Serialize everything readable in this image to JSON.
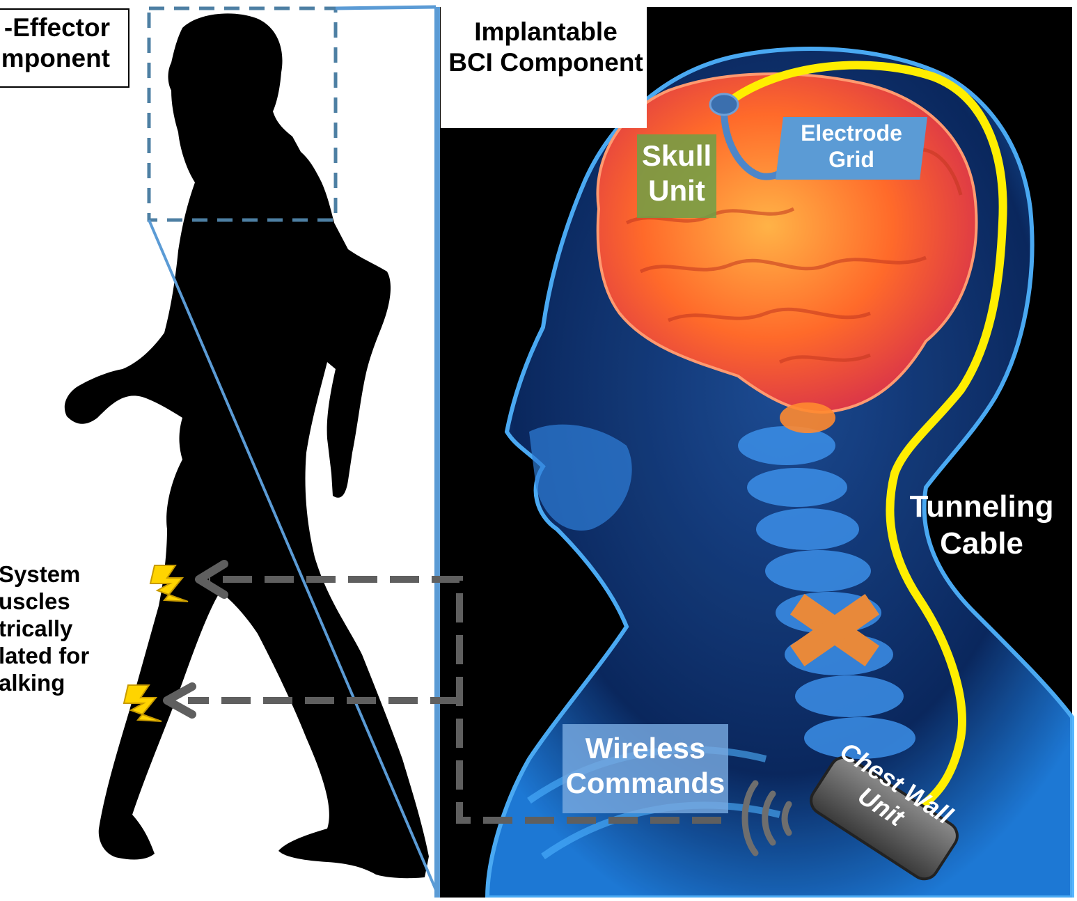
{
  "labels": {
    "end_effector": [
      "-Effector",
      "mponent"
    ],
    "bci": [
      "Implantable",
      "BCI Component"
    ],
    "fes": [
      "System",
      "uscles",
      "trically",
      "lated for",
      "alking"
    ],
    "skull_unit": [
      "Skull",
      "Unit"
    ],
    "electrode_grid": [
      "Electrode",
      "Grid"
    ],
    "tunneling_cable": [
      "Tunneling",
      "Cable"
    ],
    "wireless_commands": [
      "Wireless",
      "Commands"
    ],
    "chest_wall_unit": [
      "Chest Wall",
      "Unit"
    ]
  },
  "colors": {
    "background_right": "#000000",
    "background_left": "#ffffff",
    "cable": "#ffee00",
    "divider": "#5b9bd5",
    "dashed_box": "#4d7fa3",
    "dashed_arrows": "#5f5f5f",
    "brain": "#ff6a2a",
    "head_glow": "#1f7fe0",
    "x_mark": "#e8893a",
    "lightning": "#ffd400"
  },
  "icons": [
    "walking-silhouette",
    "head-skeleton-illustration",
    "brain-illustration",
    "lightning-icon",
    "wireless-signal-icon",
    "x-mark-icon"
  ]
}
